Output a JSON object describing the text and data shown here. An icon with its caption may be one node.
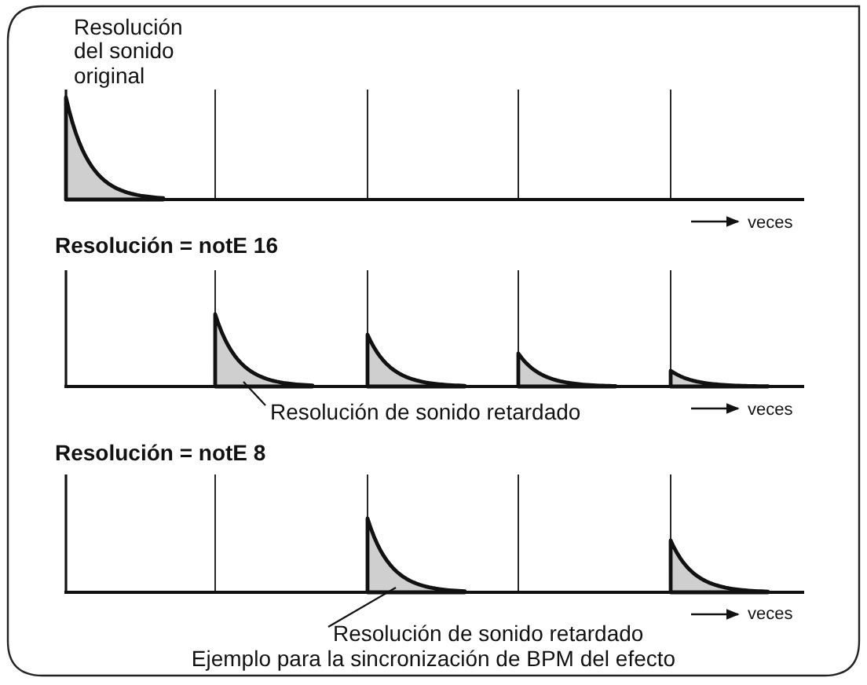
{
  "diagram": {
    "caption": "Ejemplo para la sincronización de BPM del efecto",
    "nodes": [
      {
        "text": [
          "Resolución de sonido retardado"
        ]
      },
      {
        "text": [],
        "shape": "picture"
      },
      {
        "text": [
          "Resolución de sonido retardado"
        ]
      },
      {
        "text": [],
        "shape": "picture"
      }
    ],
    "edges": [
      {
        "from": 0,
        "to": 1,
        "arrow": "none"
      },
      {
        "from": 2,
        "to": 3,
        "arrow": "none"
      }
    ],
    "labels": [
      "Resolución del sonido original",
      "veces",
      "Resolución = notE 16",
      "veces",
      "Resolución = notE 8",
      "veces"
    ]
  }
}
